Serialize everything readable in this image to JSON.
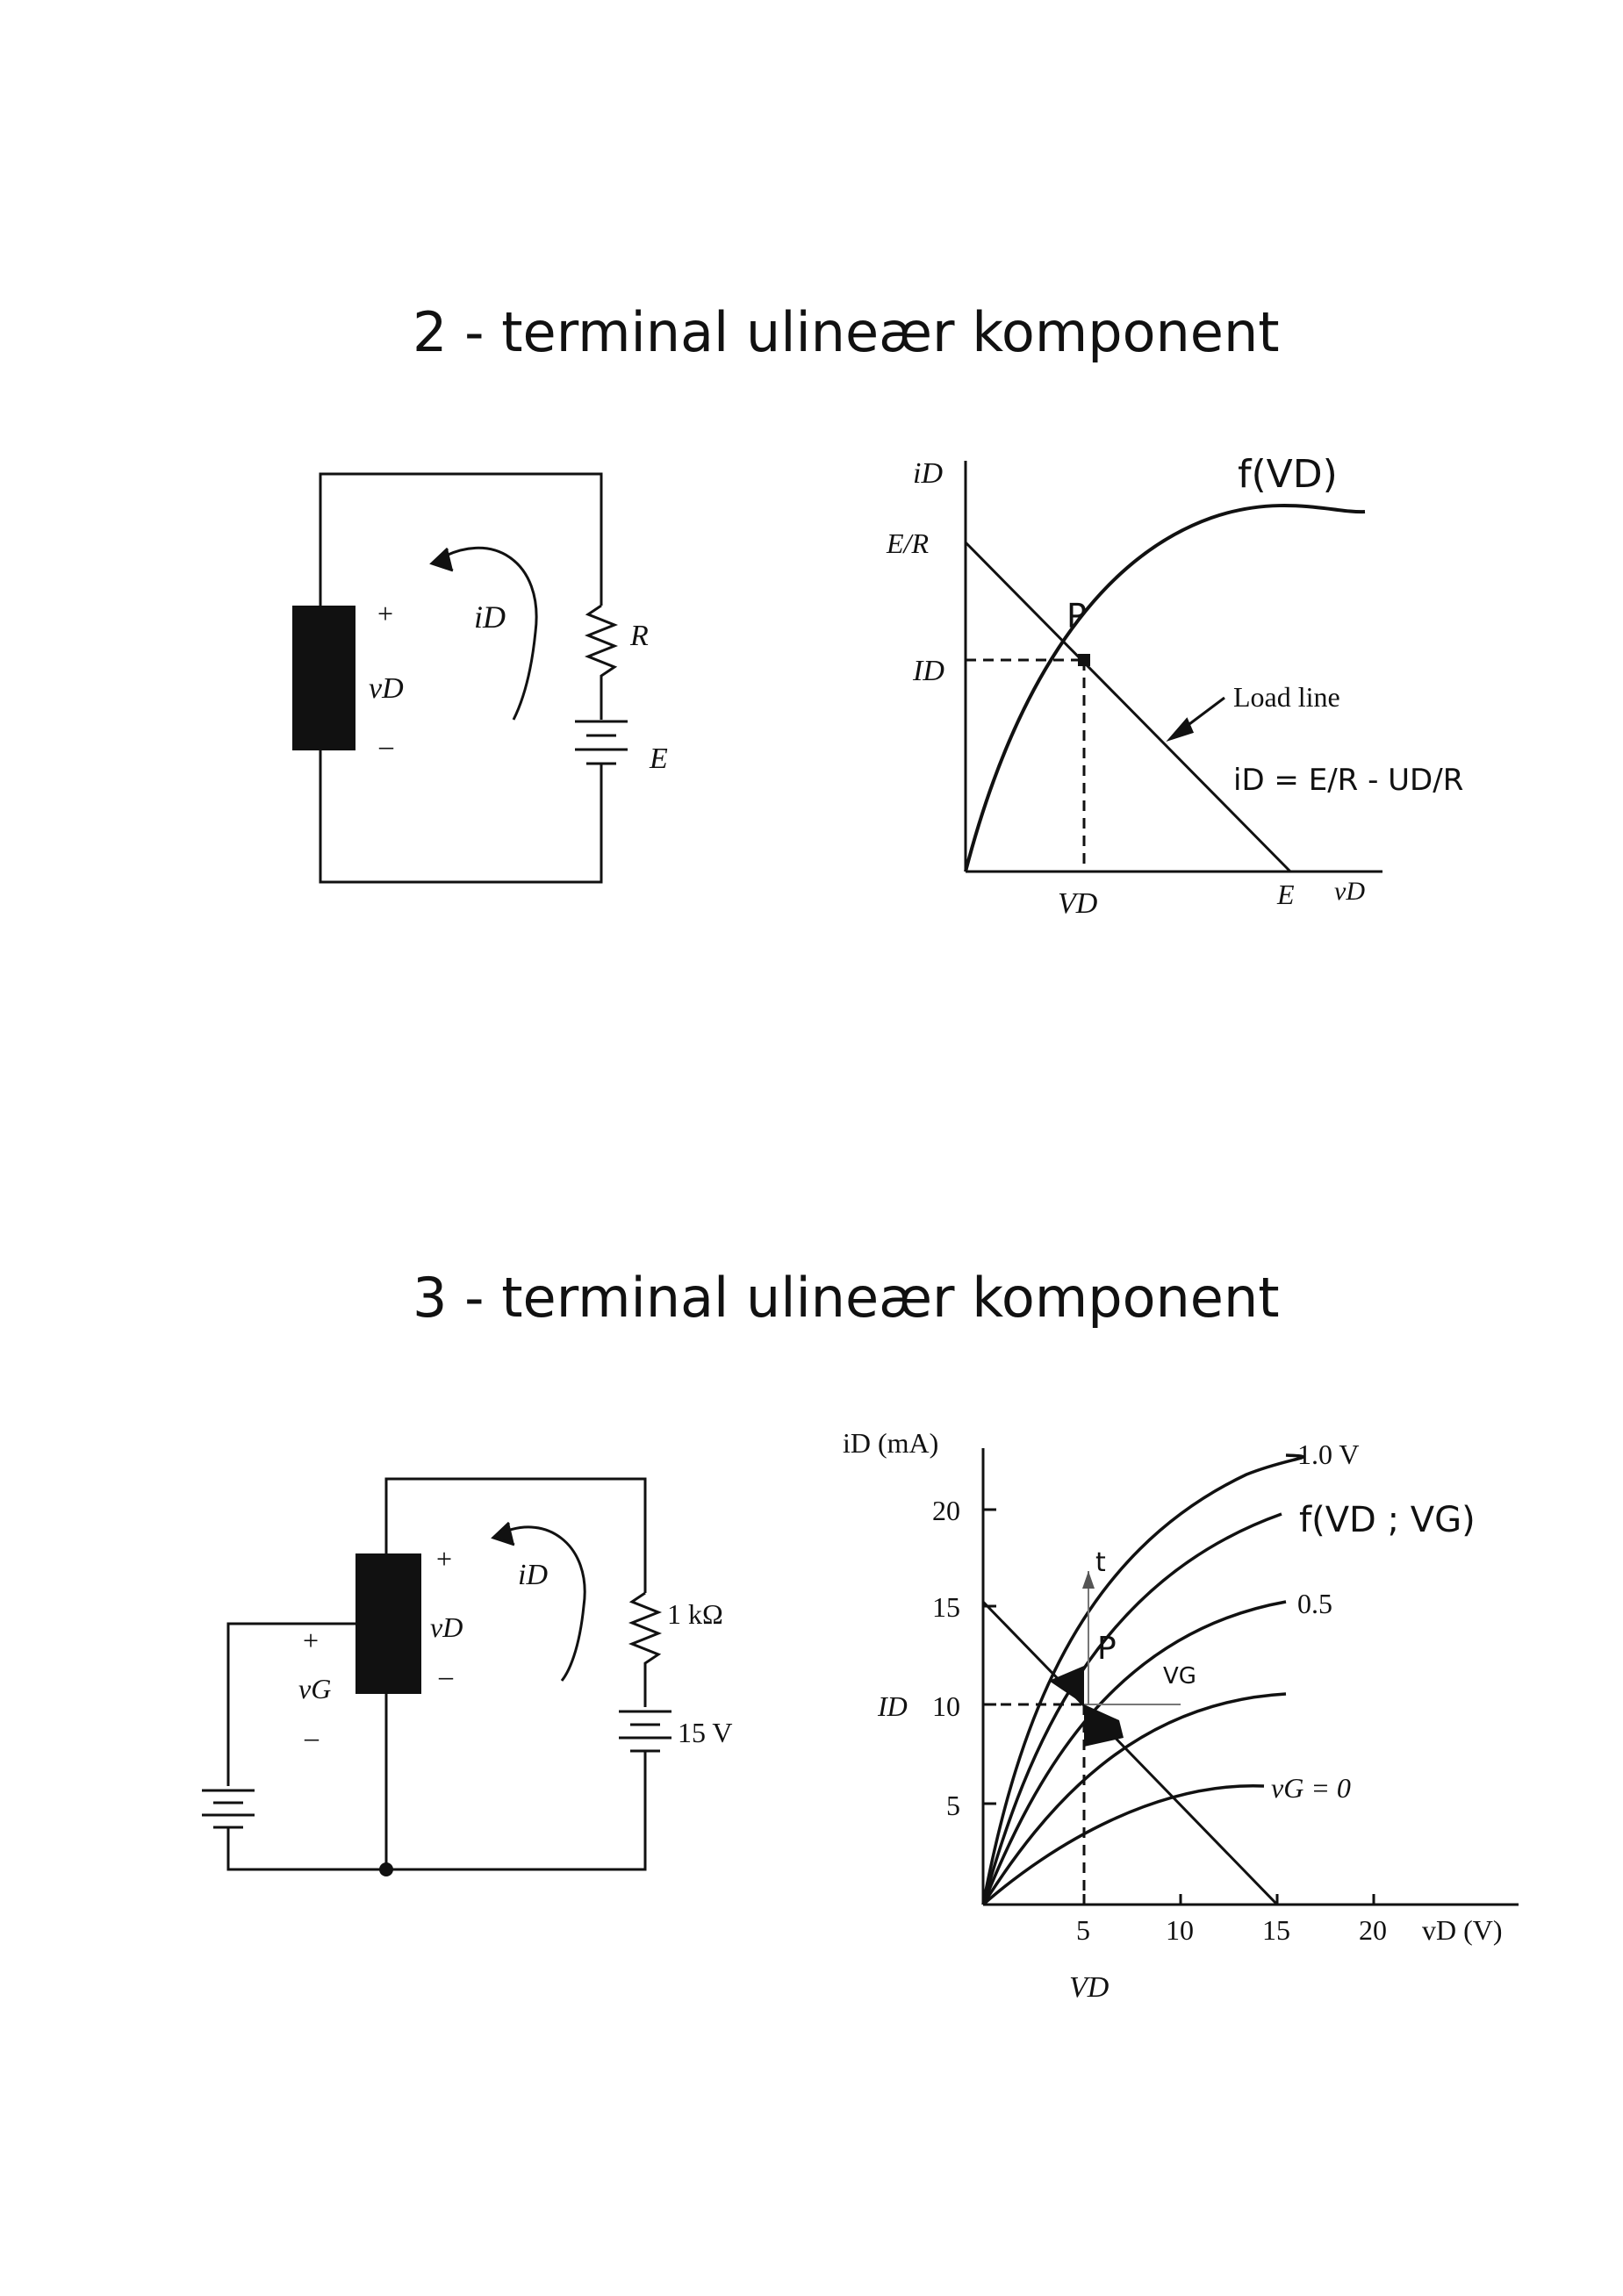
{
  "section1": {
    "title": "2 - terminal ulineær komponent",
    "circuit": {
      "vd_plus": "+",
      "vd_minus": "–",
      "vd_label": "vD",
      "current_label": "iD",
      "resistor_label": "R",
      "source_label": "E"
    },
    "graph": {
      "y_axis_label": "iD",
      "y_tick_top": "E/R",
      "y_tick_id": "ID",
      "x_tick_vd": "VD",
      "x_tick_e": "E",
      "x_axis_label": "vD",
      "point_label": "P",
      "curve_label": "f(VD)",
      "load_line_label": "Load line",
      "equation": "iD = E/R - UD/R"
    }
  },
  "section2": {
    "title": "3 - terminal ulineær komponent",
    "circuit": {
      "vd_plus": "+",
      "vd_minus": "–",
      "vd_label": "vD",
      "vg_plus": "+",
      "vg_minus": "–",
      "vg_label": "vG",
      "current_label": "iD",
      "resistor_label": "1 kΩ",
      "source_label": "15 V"
    },
    "graph": {
      "y_axis_label": "iD (mA)",
      "y_ticks": [
        "20",
        "15",
        "10",
        "5"
      ],
      "y_id_label": "ID",
      "x_ticks": [
        "5",
        "10",
        "15",
        "20"
      ],
      "x_axis_label": "vD (V)",
      "x_vd_label": "VD",
      "curve_labels": [
        "1.0  V",
        "0.5",
        "vG = 0"
      ],
      "function_label": "f(VD ; VG)",
      "point_label": "P",
      "arrow_up_label": "t",
      "arrow_right_label": "VG"
    }
  }
}
